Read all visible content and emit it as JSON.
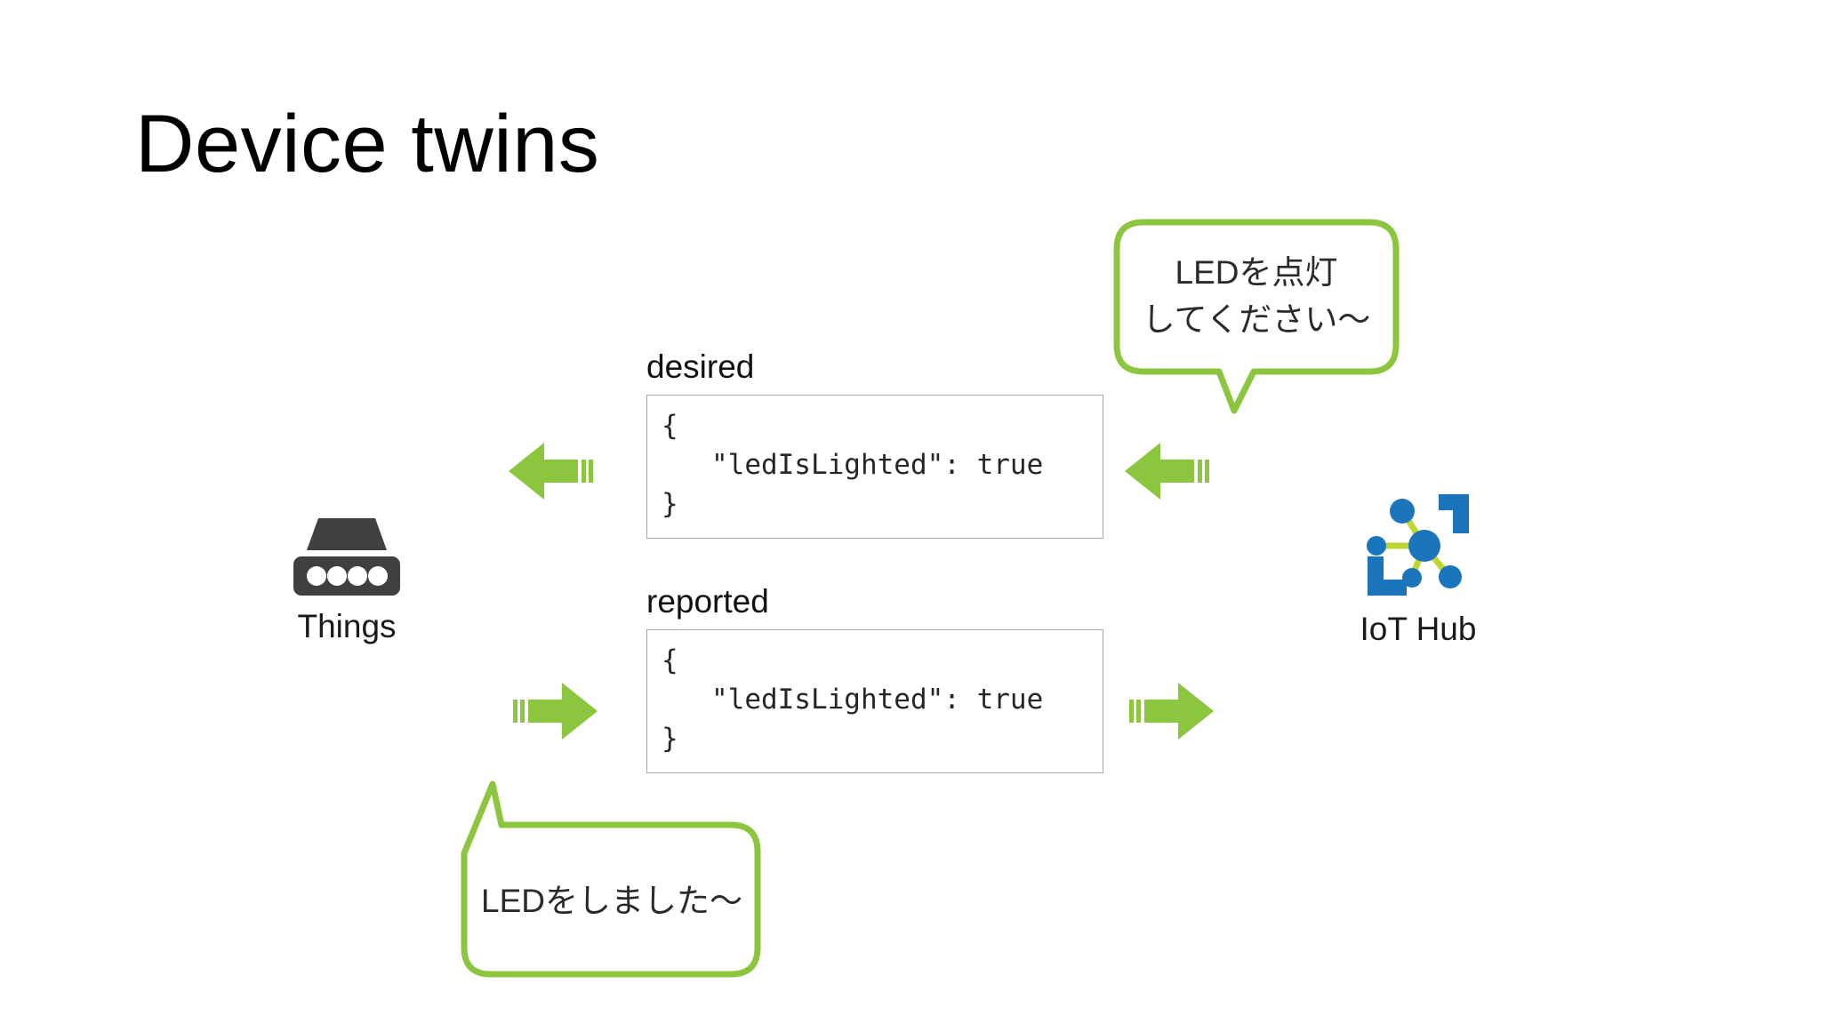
{
  "slide": {
    "title": "Device twins",
    "background_color": "#ffffff"
  },
  "colors": {
    "accent_green": "#8CC63E",
    "bubble_stroke": "#8CC63E",
    "hub_blue": "#1B75BC",
    "hub_link_green": "#BFD730",
    "device_gray": "#404040",
    "code_border": "#A6A6A6",
    "text": "#1A1A1A"
  },
  "nodes": {
    "things": {
      "label": "Things",
      "icon": "device-gateway-icon"
    },
    "iot_hub": {
      "label": "IoT Hub",
      "icon": "iot-hub-icon"
    }
  },
  "panels": [
    {
      "id": "desired",
      "label": "desired",
      "code": "{\n   \"ledIsLighted\": true\n}"
    },
    {
      "id": "reported",
      "label": "reported",
      "code": "{\n   \"ledIsLighted\": true\n}"
    }
  ],
  "arrows": [
    {
      "id": "desired-to-things",
      "direction": "left",
      "icon": "arrow-left-icon"
    },
    {
      "id": "hub-to-desired",
      "direction": "left",
      "icon": "arrow-left-icon"
    },
    {
      "id": "things-to-reported",
      "direction": "right",
      "icon": "arrow-right-icon"
    },
    {
      "id": "reported-to-hub",
      "direction": "right",
      "icon": "arrow-right-icon"
    }
  ],
  "bubbles": {
    "hub_request": {
      "id": "hub-request-bubble",
      "line1": "LEDを点灯",
      "line2": "してください〜",
      "tail": "down-left"
    },
    "device_response": {
      "id": "device-response-bubble",
      "line1": "LEDをしました〜",
      "line2": "",
      "tail": "up-left"
    }
  }
}
